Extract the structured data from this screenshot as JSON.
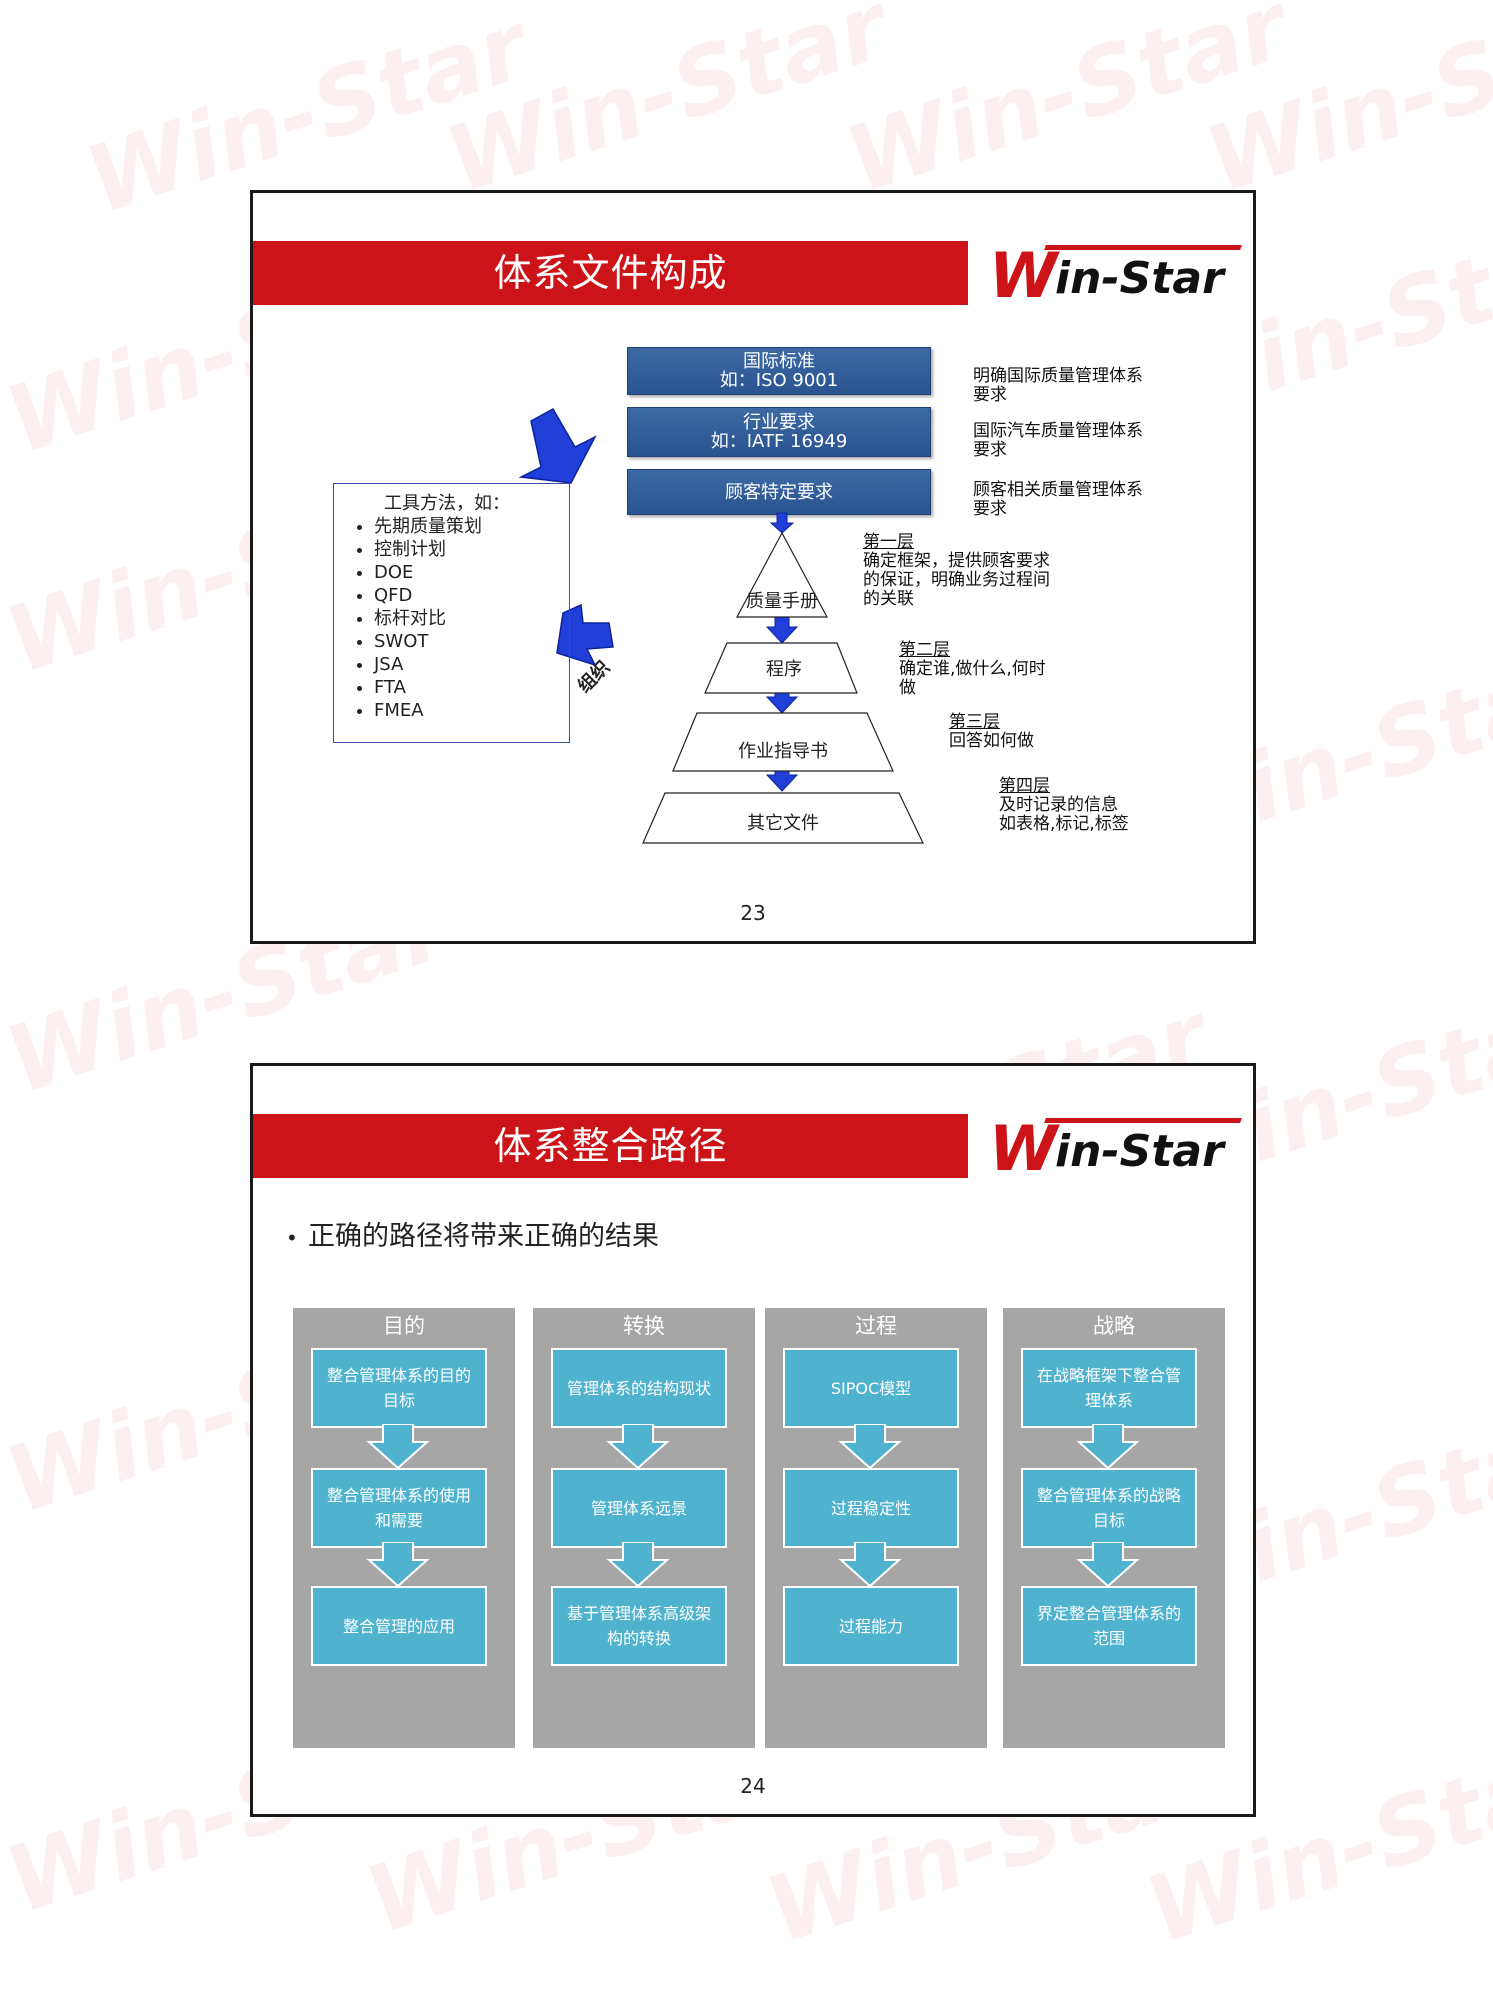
{
  "watermark": "Win-Star",
  "slide23": {
    "title": "体系文件构成",
    "logo": {
      "letter": "W",
      "text": "in-Star"
    },
    "boxes": [
      {
        "line1": "国际标准",
        "line2": "如：ISO 9001"
      },
      {
        "line1": "行业要求",
        "line2": "如：IATF 16949"
      },
      {
        "line1": "顾客特定要求",
        "line2": ""
      }
    ],
    "box_desc": [
      {
        "line1": "明确国际质量管理体系",
        "line2": "要求"
      },
      {
        "line1": "国际汽车质量管理体系",
        "line2": "要求"
      },
      {
        "line1": "顾客相关质量管理体系",
        "line2": "要求"
      }
    ],
    "tools": {
      "heading": "工具方法，如：",
      "items": [
        "先期质量策划",
        "控制计划",
        "DOE",
        "QFD",
        "标杆对比",
        "SWOT",
        "JSA",
        "FTA",
        "FMEA"
      ]
    },
    "side_label": "组织",
    "pyramid": [
      "质量手册",
      "程序",
      "作业指导书",
      "其它文件"
    ],
    "layers": [
      {
        "name": "第一层",
        "lines": [
          "确定框架，提供顾客要求",
          "的保证，明确业务过程间",
          "的关联"
        ]
      },
      {
        "name": "第二层",
        "lines": [
          "确定谁,做什么,何时",
          "做"
        ]
      },
      {
        "name": "第三层",
        "lines": [
          "回答如何做"
        ]
      },
      {
        "name": "第四层",
        "lines": [
          "及时记录的信息",
          "如表格,标记,标签"
        ]
      }
    ],
    "page": "23"
  },
  "slide24": {
    "title": "体系整合路径",
    "logo": {
      "letter": "W",
      "text": "in-Star"
    },
    "bullet": "正确的路径将带来正确的结果",
    "columns": [
      {
        "heading": "目的",
        "boxes": [
          [
            "整合管理体系的目的",
            "目标"
          ],
          [
            "整合管理体系的使用",
            "和需要"
          ],
          [
            "整合管理的应用"
          ]
        ]
      },
      {
        "heading": "转换",
        "boxes": [
          [
            "管理体系的结构现状"
          ],
          [
            "管理体系远景"
          ],
          [
            "基于管理体系高级架",
            "构的转换"
          ]
        ]
      },
      {
        "heading": "过程",
        "boxes": [
          [
            "SIPOC模型"
          ],
          [
            "过程稳定性"
          ],
          [
            "过程能力"
          ]
        ]
      },
      {
        "heading": "战略",
        "boxes": [
          [
            "在战略框架下整合管",
            "理体系"
          ],
          [
            "整合管理体系的战略",
            "目标"
          ],
          [
            "界定整合管理体系的",
            "范围"
          ]
        ]
      }
    ],
    "page": "24"
  }
}
